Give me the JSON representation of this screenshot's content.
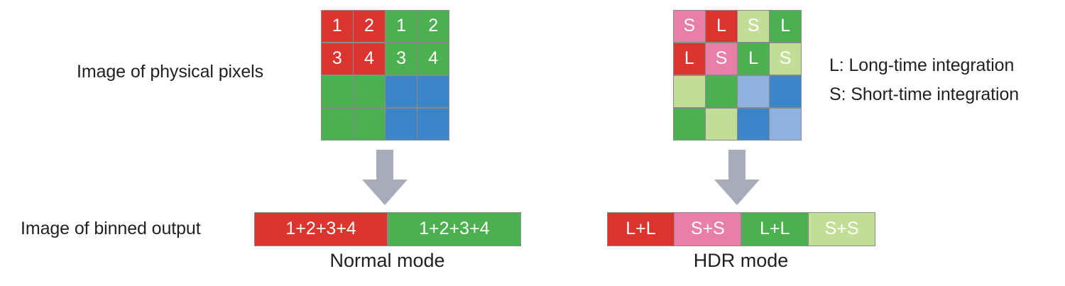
{
  "palette": {
    "red": "#dc3530",
    "green": "#4caf50",
    "blue": "#3d85c8",
    "pink": "#e87fa8",
    "light_green": "#c2dd96",
    "light_blue": "#8cb2dd",
    "grid_line": "#8a8a8a",
    "arrow": "#a7abba",
    "text": "#231f20",
    "cell_text": "#ffffff",
    "background": "#ffffff"
  },
  "labels": {
    "physical_pixels": "Image of physical pixels",
    "binned_output": "Image of binned output",
    "normal_mode": "Normal mode",
    "hdr_mode": "HDR mode"
  },
  "legend": {
    "long": "L: Long-time integration",
    "short": "S: Short-time integration"
  },
  "icons": {
    "arrow_normal": "arrow-down-icon",
    "arrow_hdr": "arrow-down-icon"
  },
  "grids": {
    "physical": {
      "name": "physical-pixel-grid",
      "rows": 4,
      "cols": 4,
      "cells": [
        {
          "text": "1",
          "color": "#dc3530"
        },
        {
          "text": "2",
          "color": "#dc3530"
        },
        {
          "text": "1",
          "color": "#4caf50"
        },
        {
          "text": "2",
          "color": "#4caf50"
        },
        {
          "text": "3",
          "color": "#dc3530"
        },
        {
          "text": "4",
          "color": "#dc3530"
        },
        {
          "text": "3",
          "color": "#4caf50"
        },
        {
          "text": "4",
          "color": "#4caf50"
        },
        {
          "text": "",
          "color": "#4caf50"
        },
        {
          "text": "",
          "color": "#4caf50"
        },
        {
          "text": "",
          "color": "#3d85c8"
        },
        {
          "text": "",
          "color": "#3d85c8"
        },
        {
          "text": "",
          "color": "#4caf50"
        },
        {
          "text": "",
          "color": "#4caf50"
        },
        {
          "text": "",
          "color": "#3d85c8"
        },
        {
          "text": "",
          "color": "#3d85c8"
        }
      ]
    },
    "hdr": {
      "name": "hdr-pixel-grid",
      "rows": 4,
      "cols": 4,
      "cells": [
        {
          "text": "S",
          "color": "#e87fa8"
        },
        {
          "text": "L",
          "color": "#dc3530"
        },
        {
          "text": "S",
          "color": "#c2dd96"
        },
        {
          "text": "L",
          "color": "#4caf50"
        },
        {
          "text": "L",
          "color": "#dc3530"
        },
        {
          "text": "S",
          "color": "#e87fa8"
        },
        {
          "text": "L",
          "color": "#4caf50"
        },
        {
          "text": "S",
          "color": "#c2dd96"
        },
        {
          "text": "",
          "color": "#c2dd96"
        },
        {
          "text": "",
          "color": "#4caf50"
        },
        {
          "text": "",
          "color": "#8cb2dd"
        },
        {
          "text": "",
          "color": "#3d85c8"
        },
        {
          "text": "",
          "color": "#4caf50"
        },
        {
          "text": "",
          "color": "#c2dd96"
        },
        {
          "text": "",
          "color": "#3d85c8"
        },
        {
          "text": "",
          "color": "#8cb2dd"
        }
      ]
    }
  },
  "bars": {
    "normal": {
      "name": "normal-mode-output-bar",
      "segments": [
        {
          "text": "1+2+3+4",
          "color": "#dc3530"
        },
        {
          "text": "1+2+3+4",
          "color": "#4caf50"
        }
      ]
    },
    "hdr": {
      "name": "hdr-mode-output-bar",
      "segments": [
        {
          "text": "L+L",
          "color": "#dc3530"
        },
        {
          "text": "S+S",
          "color": "#e87fa8"
        },
        {
          "text": "L+L",
          "color": "#4caf50"
        },
        {
          "text": "S+S",
          "color": "#c2dd96"
        }
      ]
    }
  }
}
